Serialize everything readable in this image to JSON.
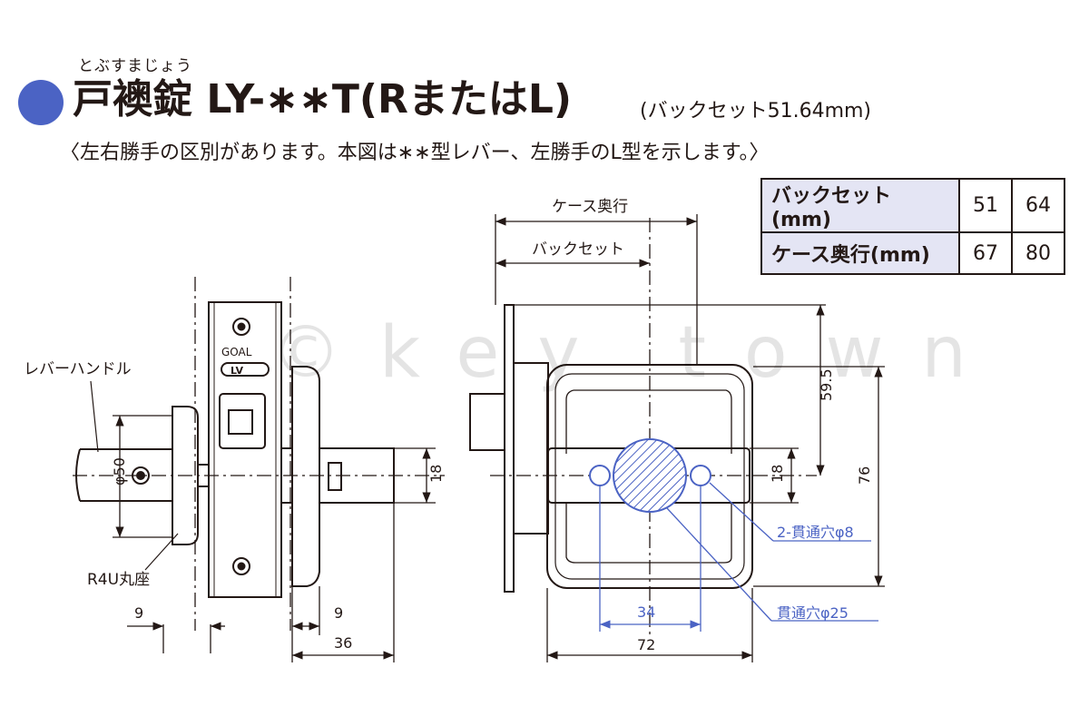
{
  "header": {
    "ruby": "とぶすまじょう",
    "title": "戸襖錠 LY-∗∗T(RまたはL)",
    "subtitle": "(バックセット51.64mm)",
    "note": "〈左右勝手の区別があります。本図は∗∗型レバー、左勝手のL型を示します。〉",
    "accent_color": "#4b63c4"
  },
  "spec_table": {
    "rows": [
      {
        "label": "バックセット(mm)",
        "values": [
          "51",
          "64"
        ]
      },
      {
        "label": "ケース奥行(mm)",
        "values": [
          "67",
          "80"
        ]
      }
    ]
  },
  "drawing": {
    "labels": {
      "lever_handle": "レバーハンドル",
      "round_rose": "R4U丸座",
      "case_depth": "ケース奥行",
      "backset": "バックセット",
      "through_hole_2": "2-貫通穴φ8",
      "through_hole": "貫通穴φ25",
      "case_brand": "GOAL",
      "case_model": "LV"
    },
    "dims": {
      "phi50": "φ50",
      "d18_side": "18",
      "d9_left": "9",
      "d9_right": "9",
      "d36": "36",
      "d59_5": "59.5",
      "d18_front": "18",
      "d76": "76",
      "d34": "34",
      "d72": "72"
    },
    "dim_color": "#4b63c4"
  },
  "watermark": "©key town"
}
